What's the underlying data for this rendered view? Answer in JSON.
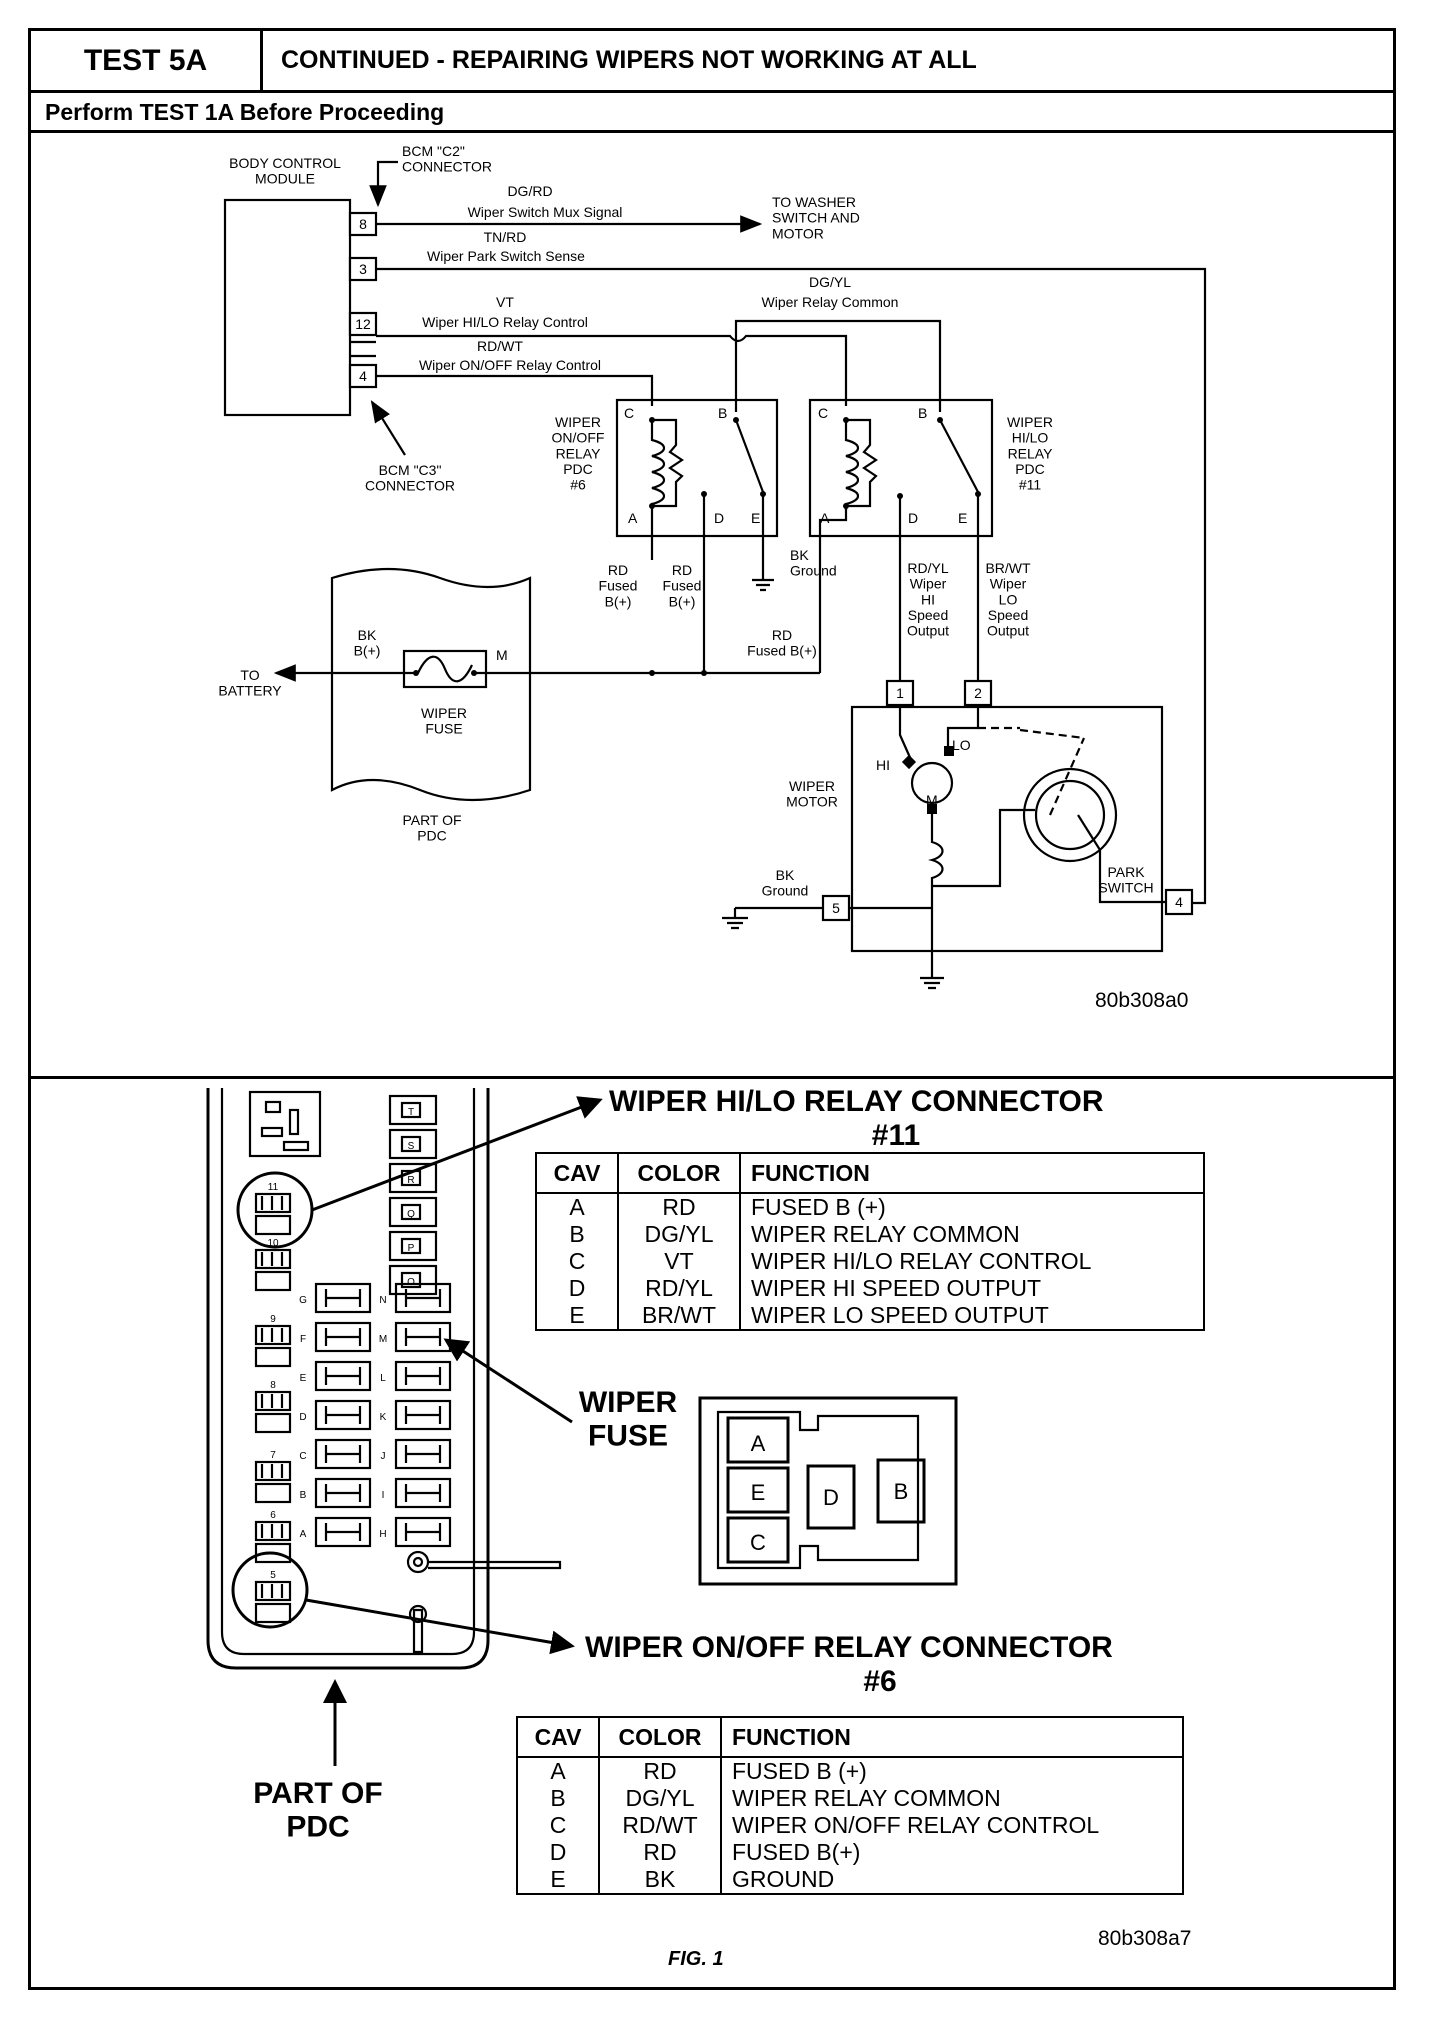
{
  "header": {
    "test_id": "TEST 5A",
    "title": "CONTINUED - REPAIRING WIPERS NOT WORKING AT ALL",
    "subtitle": "Perform TEST 1A Before Proceeding"
  },
  "schematic": {
    "bcm_label": "BODY CONTROL\nMODULE",
    "bcm_c2": "BCM \"C2\"\nCONNECTOR",
    "bcm_c3": "BCM \"C3\"\nCONNECTOR",
    "pins": [
      "8",
      "3",
      "12",
      "4"
    ],
    "wires": {
      "w1_color": "DG/RD",
      "w1_name": "Wiper Switch Mux Signal",
      "w2_color": "TN/RD",
      "w2_name": "Wiper Park Switch Sense",
      "w3_color": "VT",
      "w3_name": "Wiper HI/LO Relay Control",
      "w4_color": "RD/WT",
      "w4_name": "Wiper ON/OFF Relay Control",
      "common_color": "DG/YL",
      "common_name": "Wiper Relay Common"
    },
    "washer_label": "TO WASHER\nSWITCH AND\nMOTOR",
    "relay1_label": "WIPER\nON/OFF\nRELAY\nPDC\n#6",
    "relay2_label": "WIPER\nHI/LO\nRELAY\nPDC\n#11",
    "relay_pins": [
      "C",
      "B",
      "A",
      "D",
      "E"
    ],
    "rd_fused_1": "RD\nFused\nB(+)",
    "rd_fused_2": "RD\nFused\nB(+)",
    "rd_fused_3": "RD\nFused B(+)",
    "bk_ground_relay": "BK\nGround",
    "hi_output": "RD/YL\nWiper\nHI\nSpeed\nOutput",
    "lo_output": "BR/WT\nWiper\nLO\nSpeed\nOutput",
    "bk_bplus": "BK\nB(+)",
    "fuse_m": "M",
    "to_battery": "TO\nBATTERY",
    "wiper_fuse": "WIPER\nFUSE",
    "part_of_pdc": "PART OF\nPDC",
    "motor_label": "WIPER\nMOTOR",
    "motor_pins": [
      "1",
      "2",
      "5",
      "4"
    ],
    "hi": "HI",
    "lo": "LO",
    "m": "M",
    "park_switch": "PARK\nSWITCH",
    "bk_ground_motor": "BK\nGround",
    "figure_code": "80b308a0"
  },
  "pdc_view": {
    "hilo_title": "WIPER HI/LO RELAY CONNECTOR",
    "hilo_number": "#11",
    "wiper_fuse_callout": "WIPER\nFUSE",
    "onoff_title": "WIPER ON/OFF RELAY CONNECTOR",
    "onoff_number": "#6",
    "part_of_pdc": "PART OF\nPDC",
    "cavity_letters": [
      "A",
      "E",
      "C",
      "D",
      "B"
    ],
    "fuse_letters_left": [
      "G",
      "F",
      "E",
      "D",
      "C",
      "B",
      "A"
    ],
    "fuse_letters_right": [
      "N",
      "M",
      "L",
      "K",
      "J",
      "I",
      "H"
    ],
    "maxi_letters": [
      "T",
      "S",
      "R",
      "Q",
      "P",
      "O"
    ],
    "relay_numbers": [
      "11",
      "10",
      "9",
      "8",
      "7",
      "6",
      "5"
    ],
    "figure_code": "80b308a7",
    "fig": "FIG. 1"
  },
  "table_hilo": {
    "headers": [
      "CAV",
      "COLOR",
      "FUNCTION"
    ],
    "rows": [
      [
        "A",
        "RD",
        "FUSED B (+)"
      ],
      [
        "B",
        "DG/YL",
        "WIPER RELAY COMMON"
      ],
      [
        "C",
        "VT",
        "WIPER HI/LO RELAY CONTROL"
      ],
      [
        "D",
        "RD/YL",
        "WIPER HI SPEED OUTPUT"
      ],
      [
        "E",
        "BR/WT",
        "WIPER LO SPEED OUTPUT"
      ]
    ]
  },
  "table_onoff": {
    "headers": [
      "CAV",
      "COLOR",
      "FUNCTION"
    ],
    "rows": [
      [
        "A",
        "RD",
        "FUSED B (+)"
      ],
      [
        "B",
        "DG/YL",
        "WIPER RELAY COMMON"
      ],
      [
        "C",
        "RD/WT",
        "WIPER ON/OFF RELAY CONTROL"
      ],
      [
        "D",
        "RD",
        "FUSED B(+)"
      ],
      [
        "E",
        "BK",
        "GROUND"
      ]
    ]
  }
}
